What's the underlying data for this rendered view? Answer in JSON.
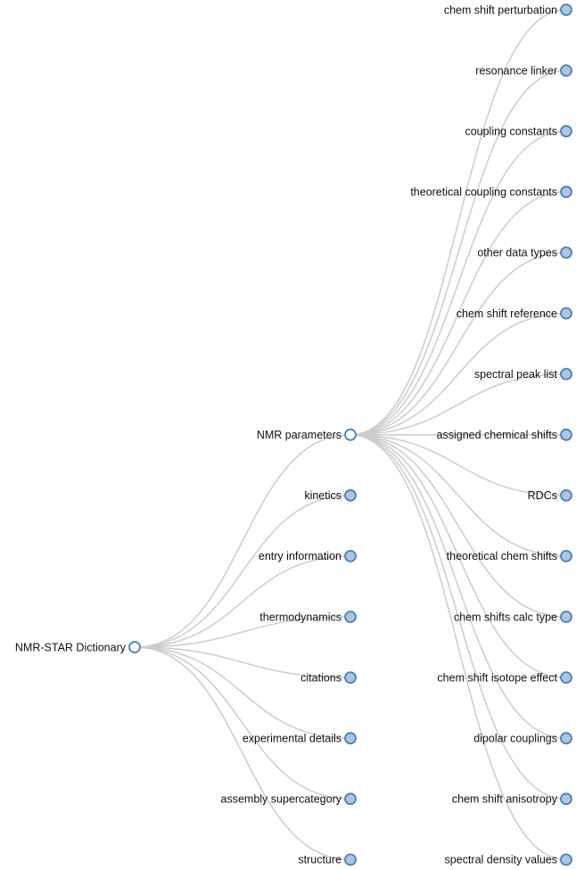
{
  "tree": {
    "root": {
      "label": "NMR-STAR Dictionary",
      "expanded": true,
      "children": [
        {
          "label": "NMR parameters",
          "expanded": true,
          "children": [
            {
              "label": "chem shift perturbation"
            },
            {
              "label": "resonance linker"
            },
            {
              "label": "coupling constants"
            },
            {
              "label": "theoretical coupling constants"
            },
            {
              "label": "other data types"
            },
            {
              "label": "chem shift reference"
            },
            {
              "label": "spectral peak list"
            },
            {
              "label": "assigned chemical shifts"
            },
            {
              "label": "RDCs"
            },
            {
              "label": "theoretical chem shifts"
            },
            {
              "label": "chem shifts calc type"
            },
            {
              "label": "chem shift isotope effect"
            },
            {
              "label": "dipolar couplings"
            },
            {
              "label": "chem shift anisotropy"
            },
            {
              "label": "spectral density values"
            }
          ]
        },
        {
          "label": "kinetics"
        },
        {
          "label": "entry information"
        },
        {
          "label": "thermodynamics"
        },
        {
          "label": "citations"
        },
        {
          "label": "experimental details"
        },
        {
          "label": "assembly supercategory"
        },
        {
          "label": "structure"
        }
      ]
    }
  },
  "colors": {
    "link": "#cccccc",
    "node_stroke": "#4682b4",
    "collapsed_fill": "#b0c4de",
    "expanded_fill": "#ffffff"
  }
}
